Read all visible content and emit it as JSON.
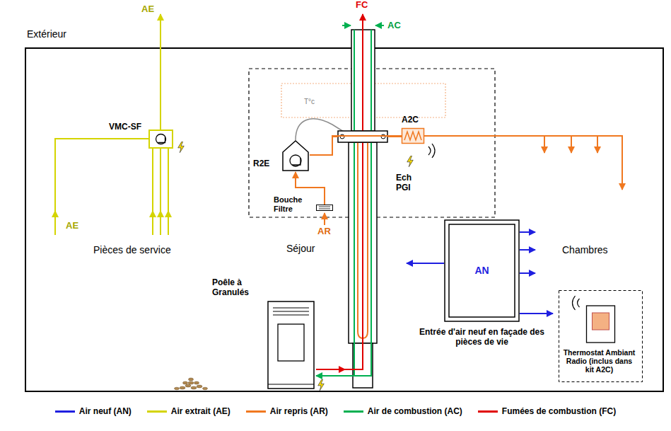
{
  "diagram": {
    "nodes": [
      {
        "text": [
          "VMC-SF"
        ]
      },
      {
        "text": [
          "R2E"
        ]
      },
      {
        "text": [
          "Bouche Filtre"
        ]
      },
      {
        "text": [
          "A2C"
        ]
      },
      {
        "text": [
          "Poêle à Granulés"
        ]
      },
      {
        "text": [
          "AN",
          "Entrée d'air neuf en façade des pièces de vie"
        ]
      },
      {
        "text": [
          "Thermostat Ambiant Radio (inclus dans kit A2C)"
        ]
      }
    ],
    "edges": [
      {
        "from": 2,
        "to": 1,
        "arrow": "to"
      },
      {
        "from": 1,
        "to": 3,
        "arrow": "none"
      }
    ],
    "labels": [
      "Extérieur",
      "AE",
      "AE",
      "Pièces de service",
      "FC",
      "AC",
      "T°c",
      "AR",
      "Ech PGI",
      "Séjour",
      "Chambres"
    ],
    "legend": [
      {
        "text": "Air neuf (AN)",
        "color": "#1f1fe0"
      },
      {
        "text": "Air extrait (AE)",
        "color": "#d4d400"
      },
      {
        "text": "Air repris (AR)",
        "color": "#f07820"
      },
      {
        "text": "Air de combustion (AC)",
        "color": "#00b050"
      },
      {
        "text": "Fumées de combustion (FC)",
        "color": "#e00000"
      }
    ]
  }
}
